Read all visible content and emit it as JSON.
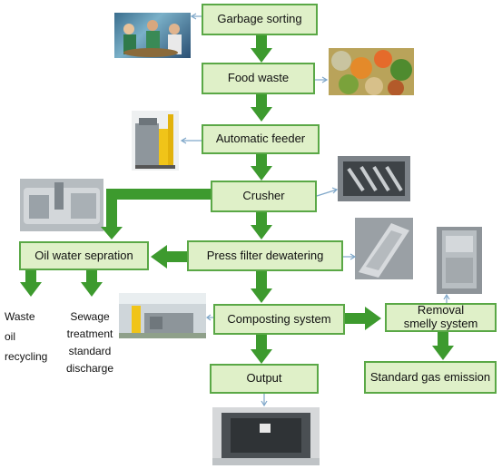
{
  "nodes": {
    "garbage_sorting": "Garbage sorting",
    "food_waste": "Food waste",
    "automatic_feeder": "Automatic feeder",
    "crusher": "Crusher",
    "press_filter_dewatering": "Press filter dewatering",
    "oil_water_separation": "Oil water sepration",
    "composting_system": "Composting system",
    "removal_smelly_system": "Removal smelly system",
    "output": "Output",
    "standard_gas_emission": "Standard gas emission"
  },
  "outputs": {
    "waste_oil": [
      "Waste",
      "oil",
      "recycling"
    ],
    "sewage": [
      "Sewage",
      "treatment",
      "standard",
      "discharge"
    ]
  },
  "colors": {
    "box_fill": "#dff0c8",
    "box_border": "#5aa846",
    "arrow_green": "#3d9a2e",
    "thin_arrow": "#7fa7c9"
  }
}
